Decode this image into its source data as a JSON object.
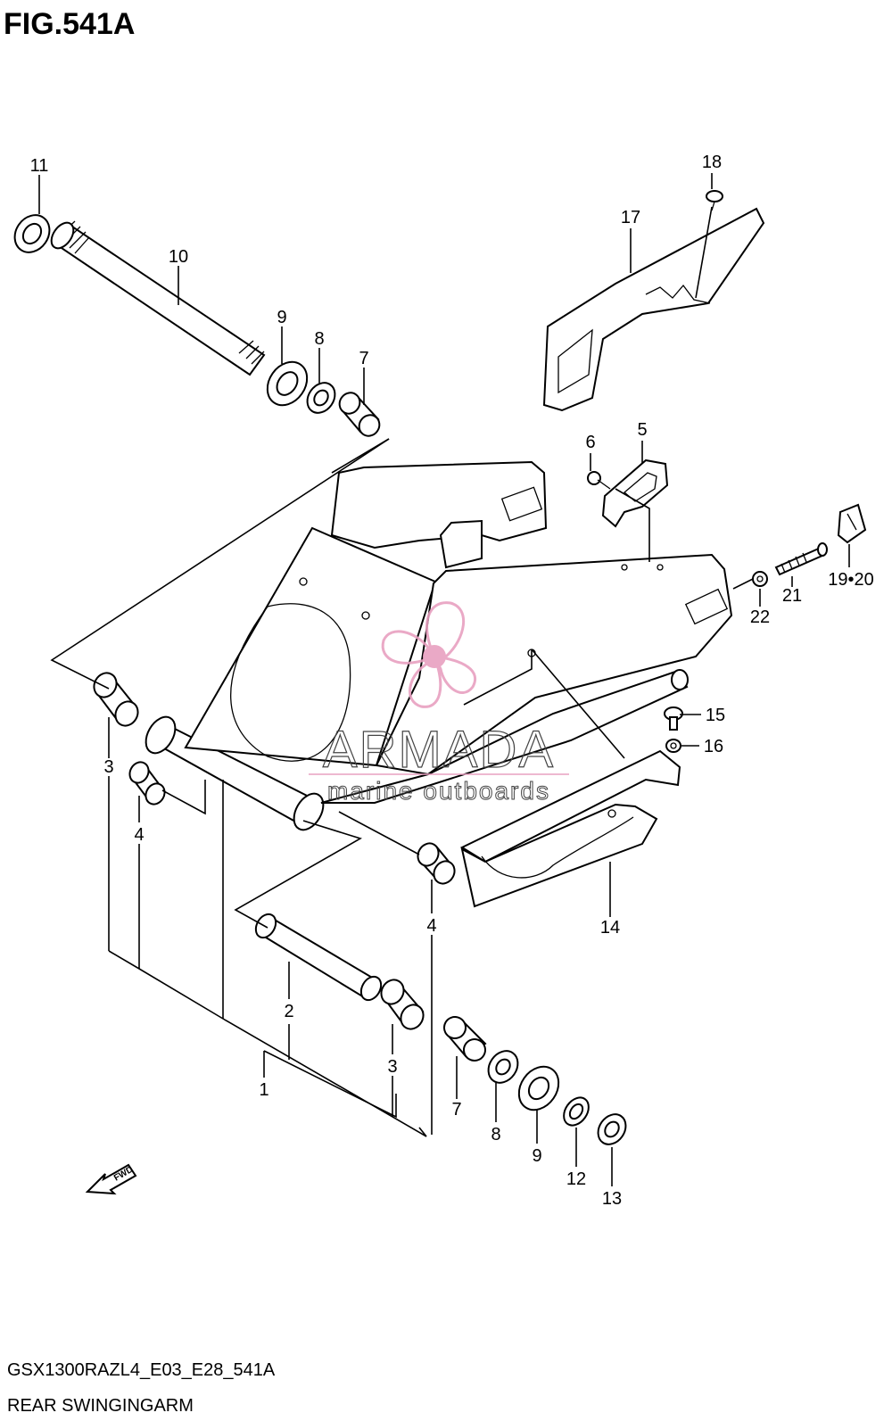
{
  "figure": {
    "id": "FIG.541A",
    "model_code": "GSX1300RAZL4_E03_E28_541A",
    "title": "REAR SWINGINGARM"
  },
  "watermark": {
    "brand": "ARMADA",
    "tagline": "marine outboards",
    "color": "#e8a0c0"
  },
  "fwd_label": "FWD",
  "callouts": {
    "c1": "1",
    "c2": "2",
    "c3a": "3",
    "c3b": "3",
    "c4a": "4",
    "c4b": "4",
    "c5": "5",
    "c6": "6",
    "c7a": "7",
    "c7b": "7",
    "c8a": "8",
    "c8b": "8",
    "c9a": "9",
    "c9b": "9",
    "c10": "10",
    "c11": "11",
    "c12": "12",
    "c13": "13",
    "c14": "14",
    "c15": "15",
    "c16": "16",
    "c17": "17",
    "c18": "18",
    "c1920": "19•20",
    "c21": "21",
    "c22": "22"
  }
}
